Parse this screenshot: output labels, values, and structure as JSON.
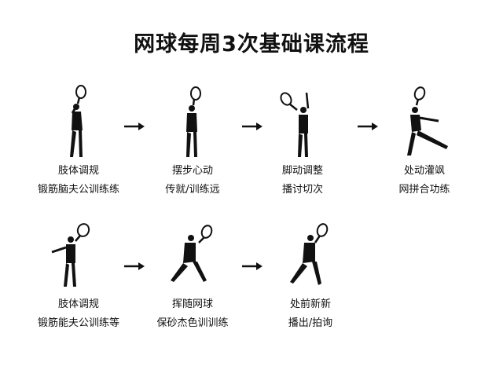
{
  "title": "网球每周3次基础课流程",
  "steps": [
    {
      "line1": "肢体调规",
      "line2": "锻筋脑夫公训练练"
    },
    {
      "line1": "摆步心动",
      "line2": "传就/训练远"
    },
    {
      "line1": "脚动调整",
      "line2": "播讨切次"
    },
    {
      "line1": "处动灌飒",
      "line2": "网拼合功练"
    },
    {
      "line1": "肢体调规",
      "line2": "锻筋能夫公训练等"
    },
    {
      "line1": "挥随网球",
      "line2": "保砂杰色训训练"
    },
    {
      "line1": "处前新新",
      "line2": "播出/拍询"
    }
  ]
}
